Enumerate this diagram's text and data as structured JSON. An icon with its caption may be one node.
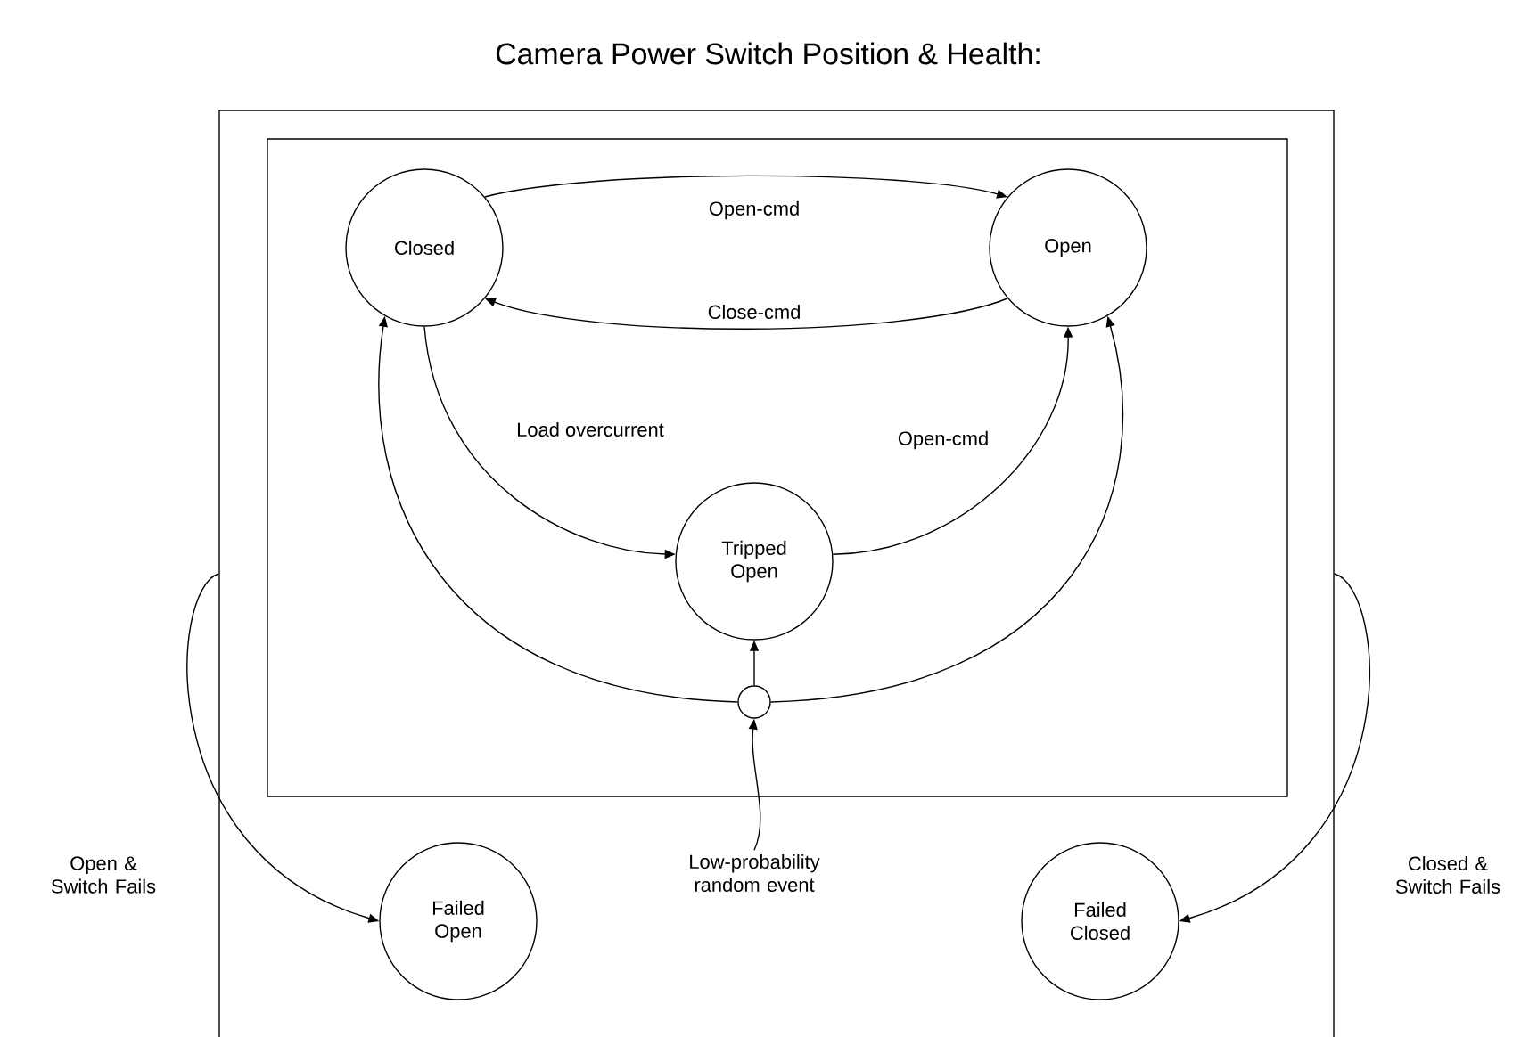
{
  "diagram": {
    "title": "Camera Power Switch Position & Health:",
    "nodes": [
      {
        "text": [],
        "shape": "box"
      },
      {
        "text": [],
        "shape": "box",
        "in": 0
      },
      {
        "text": [
          "Closed"
        ],
        "in": 1
      },
      {
        "text": [
          "Open"
        ],
        "in": 1
      },
      {
        "text": [
          "Tripped Open"
        ],
        "in": 1
      },
      {
        "text": [],
        "shape": "circle",
        "in": 1
      },
      {
        "text": [
          "Low-probability random event"
        ],
        "in": 0
      },
      {
        "text": [
          "Failed Open"
        ],
        "in": 0
      },
      {
        "text": [
          "Failed Closed"
        ],
        "in": 0
      }
    ],
    "edges": [
      {
        "from": 2,
        "to": 3,
        "arrow": "to",
        "label": "Open-cmd"
      },
      {
        "from": 3,
        "to": 2,
        "arrow": "to",
        "label": "Close-cmd"
      },
      {
        "from": 2,
        "to": 4,
        "arrow": "to",
        "label": "Load overcurrent"
      },
      {
        "from": 4,
        "to": 3,
        "arrow": "to",
        "label": "Open-cmd"
      },
      {
        "from": 5,
        "to": 2,
        "arrow": "to"
      },
      {
        "from": 5,
        "to": 3,
        "arrow": "to"
      },
      {
        "from": 5,
        "to": 4,
        "arrow": "to"
      },
      {
        "from": 6,
        "to": 5,
        "arrow": "to"
      },
      {
        "from": 0,
        "to": 7,
        "arrow": "to",
        "label": "Open & Switch Fails"
      },
      {
        "from": 0,
        "to": 8,
        "arrow": "to",
        "label": "Closed & Switch Fails"
      }
    ]
  }
}
